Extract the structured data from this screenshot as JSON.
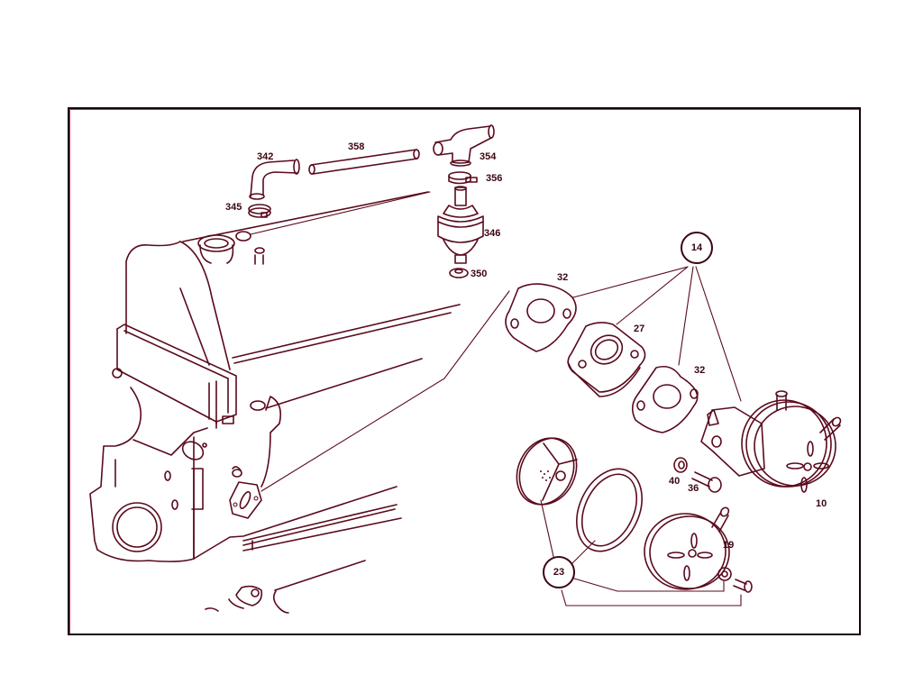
{
  "diagram": {
    "type": "exploded-parts-diagram",
    "subject": "Engine block with fuel pump and filter components",
    "line_color": "#5a0a1c",
    "frame_color": "#1a0008"
  },
  "labels": {
    "p342": "342",
    "p358": "358",
    "p354": "354",
    "p356": "356",
    "p345": "345",
    "p346": "346",
    "p350": "350",
    "p32a": "32",
    "p27": "27",
    "p32b": "32",
    "p40": "40",
    "p36": "36",
    "p10": "10",
    "p19": "19"
  },
  "callouts": {
    "c14": "14",
    "c23": "23"
  }
}
